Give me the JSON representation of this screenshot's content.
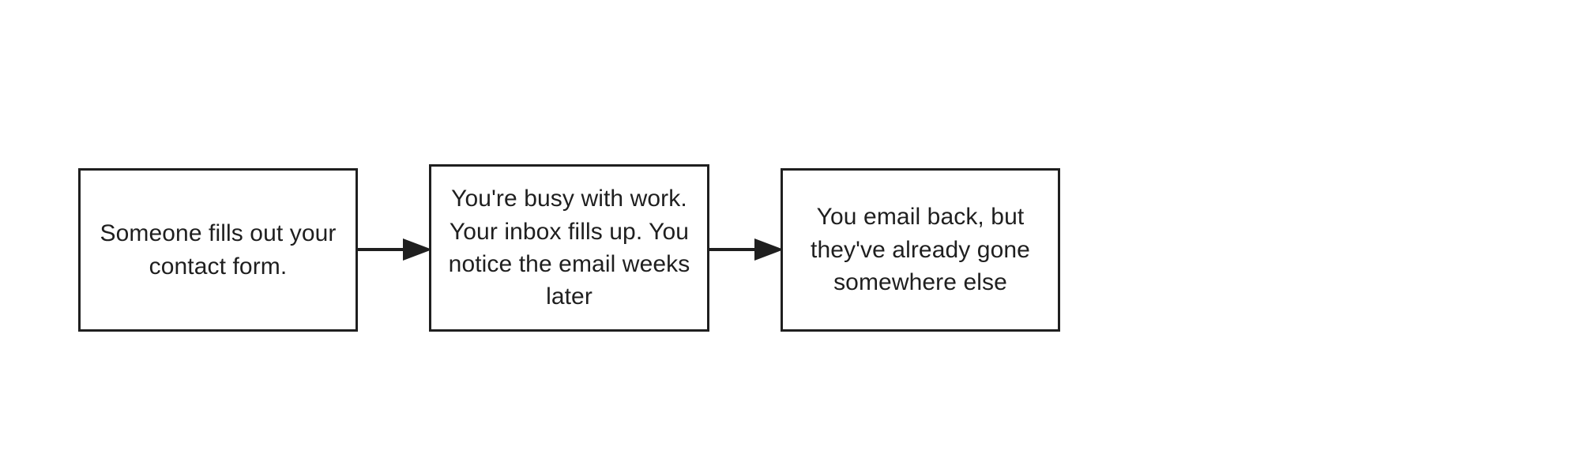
{
  "diagram": {
    "type": "horizontal-flowchart",
    "orientation": "left-to-right",
    "background_color": "#ffffff",
    "stroke_color": "#1f1f1f",
    "fill_color": "#ffffff",
    "text_color": "#1f1f1f",
    "node_count": 3,
    "connector_count": 2,
    "nodes": [
      {
        "id": "box-1",
        "order": 1,
        "shape": "rectangle",
        "text": "Someone fills out your contact form."
      },
      {
        "id": "box-2",
        "order": 2,
        "shape": "rectangle",
        "text": "You're busy with work. Your inbox fills up. You notice the email weeks later"
      },
      {
        "id": "box-3",
        "order": 3,
        "shape": "rectangle",
        "text": "You email back, but they've already gone somewhere else"
      }
    ],
    "connectors": [
      {
        "id": "connector-1",
        "from": "box-1",
        "to": "box-2",
        "style": "solid-line-filled-arrowhead",
        "label": ""
      },
      {
        "id": "connector-2",
        "from": "box-2",
        "to": "box-3",
        "style": "solid-line-filled-arrowhead",
        "label": ""
      }
    ]
  }
}
